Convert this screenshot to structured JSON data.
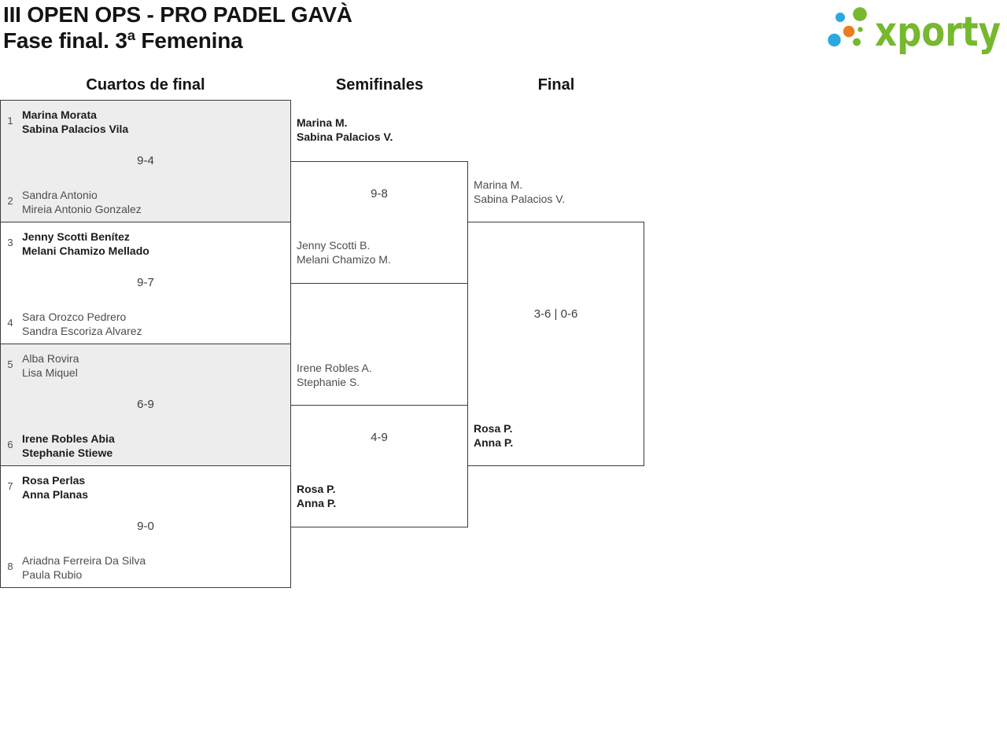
{
  "tournament": {
    "title": "III OPEN OPS - PRO PADEL GAVÀ",
    "subtitle": "Fase final. 3ª Femenina"
  },
  "brand": {
    "wordmark": "xporty",
    "green": "#76b82e",
    "blue": "#29a9e1",
    "orange": "#e87e1e"
  },
  "columns": {
    "quarterfinals": "Cuartos de final",
    "semifinals": "Semifinales",
    "final": "Final"
  },
  "matches": {
    "qf": [
      {
        "seed_top": "1",
        "top": [
          "Marina Morata",
          "Sabina Palacios Vila"
        ],
        "top_winner": true,
        "score": "9-4",
        "seed_bottom": "2",
        "bottom": [
          "Sandra Antonio",
          "Mireia Antonio Gonzalez"
        ],
        "bottom_winner": false
      },
      {
        "seed_top": "3",
        "top": [
          "Jenny Scotti Benítez",
          "Melani Chamizo Mellado"
        ],
        "top_winner": true,
        "score": "9-7",
        "seed_bottom": "4",
        "bottom": [
          "Sara Orozco Pedrero",
          "Sandra Escoriza Alvarez"
        ],
        "bottom_winner": false
      },
      {
        "seed_top": "5",
        "top": [
          "Alba Rovira",
          "Lisa Miquel"
        ],
        "top_winner": false,
        "score": "6-9",
        "seed_bottom": "6",
        "bottom": [
          "Irene Robles Abia",
          "Stephanie Stiewe"
        ],
        "bottom_winner": true
      },
      {
        "seed_top": "7",
        "top": [
          "Rosa Perlas",
          "Anna Planas"
        ],
        "top_winner": true,
        "score": "9-0",
        "seed_bottom": "8",
        "bottom": [
          "Ariadna Ferreira Da Silva",
          "Paula Rubio"
        ],
        "bottom_winner": false
      }
    ],
    "sf": [
      {
        "top": [
          "Marina M.",
          "Sabina Palacios V."
        ],
        "top_winner": true,
        "score": "9-8",
        "bottom": [
          "Jenny Scotti B.",
          "Melani Chamizo M."
        ],
        "bottom_winner": false
      },
      {
        "top": [
          "Irene Robles A.",
          "Stephanie S."
        ],
        "top_winner": false,
        "score": "4-9",
        "bottom": [
          "Rosa P.",
          "Anna P."
        ],
        "bottom_winner": true
      }
    ],
    "final": {
      "top": [
        "Marina M.",
        "Sabina Palacios V."
      ],
      "top_winner": false,
      "score": "3-6 | 0-6",
      "bottom": [
        "Rosa P.",
        "Anna P."
      ],
      "bottom_winner": true
    }
  }
}
